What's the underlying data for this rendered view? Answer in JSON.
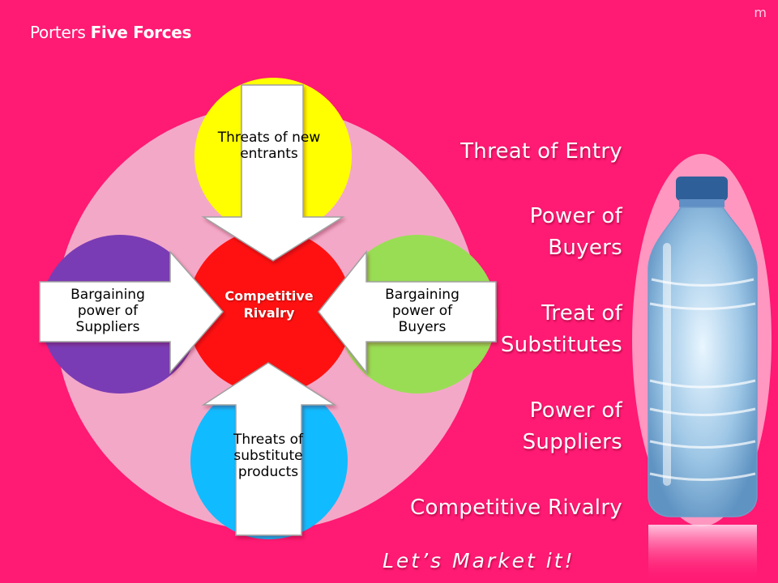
{
  "slide": {
    "title_regular": "Porters ",
    "title_bold": "Five Forces",
    "corner_mark": "m"
  },
  "diagram": {
    "center": "Competitive Rivalry",
    "top": "Threats of new entrants",
    "left": "Bargaining power of Suppliers",
    "right": "Bargaining power of Buyers",
    "bottom": "Threats of substitute products"
  },
  "forces_list": [
    "Threat of Entry",
    "Power of Buyers",
    "Treat of Substitutes",
    "Power of Suppliers",
    "Competitive Rivalry"
  ],
  "tagline": "Let’s  Market it!",
  "colors": {
    "background": "#ff1a73",
    "outer_circle": "#f4a8c8",
    "center": "#ff1111",
    "top": "#ffff00",
    "left": "#7a3cb4",
    "right": "#99dd55",
    "bottom": "#11bbff",
    "arrow": "#ffffff"
  },
  "icons": [
    "water-bottle-icon"
  ]
}
